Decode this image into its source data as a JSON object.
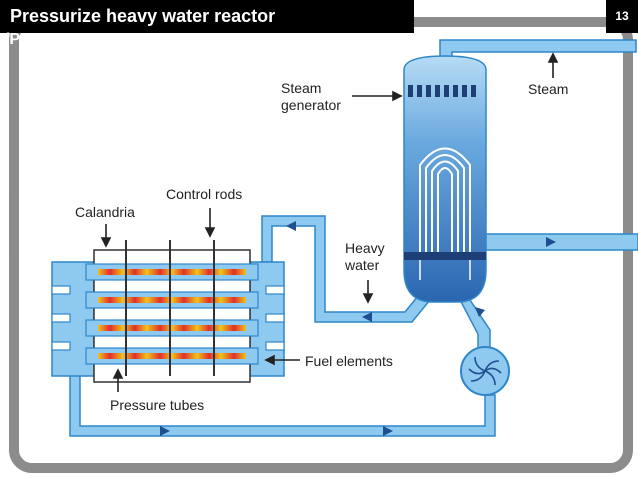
{
  "slide": {
    "title": "Pressurize heavy water reactor",
    "title_overflow": "(P",
    "page_number": "13"
  },
  "diagram": {
    "labels": {
      "steam_generator_line1": "Steam",
      "steam_generator_line2": "generator",
      "steam": "Steam",
      "control_rods": "Control rods",
      "calandria": "Calandria",
      "heavy_water_line1": "Heavy",
      "heavy_water_line2": "water",
      "fuel_elements": "Fuel elements",
      "pressure_tubes": "Pressure tubes"
    },
    "colors": {
      "pipe": "#7fbfe9",
      "pipe_outline": "#2e86c9",
      "vessel_top": "#a9d2f1",
      "vessel_bottom": "#2f6fb8",
      "fuel_hot": "#e0302a",
      "fuel_warm": "#f2c21b",
      "frame": "#8c8c8c",
      "arrow": "#1f4f91"
    }
  }
}
